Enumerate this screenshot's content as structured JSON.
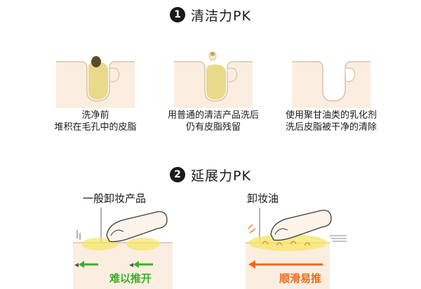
{
  "section1": {
    "number": "1",
    "title": "清洁力PK",
    "captions": [
      {
        "line1": "洗净前",
        "line2": "堆积在毛孔中的皮脂"
      },
      {
        "line1": "用普通的清洁产品洗后",
        "line2": "仍有皮脂残留"
      },
      {
        "line1": "使用聚甘油类的乳化剂",
        "line2": "洗后皮脂被干净的清除"
      }
    ]
  },
  "section2": {
    "number": "2",
    "title": "延展力PK",
    "left": {
      "label": "一般卸妆产品",
      "result": "难以推开"
    },
    "right": {
      "label": "卸妆油",
      "result": "顺滑易推"
    }
  },
  "colors": {
    "skin_fill": "#fbeee0",
    "skin_line": "#d8c2a8",
    "sebum": "#e9d98a",
    "dirt": "#5b4a2a",
    "green": "#3fae2a",
    "orange": "#ef6a1a",
    "oil_yellow": "#f6e66a"
  }
}
